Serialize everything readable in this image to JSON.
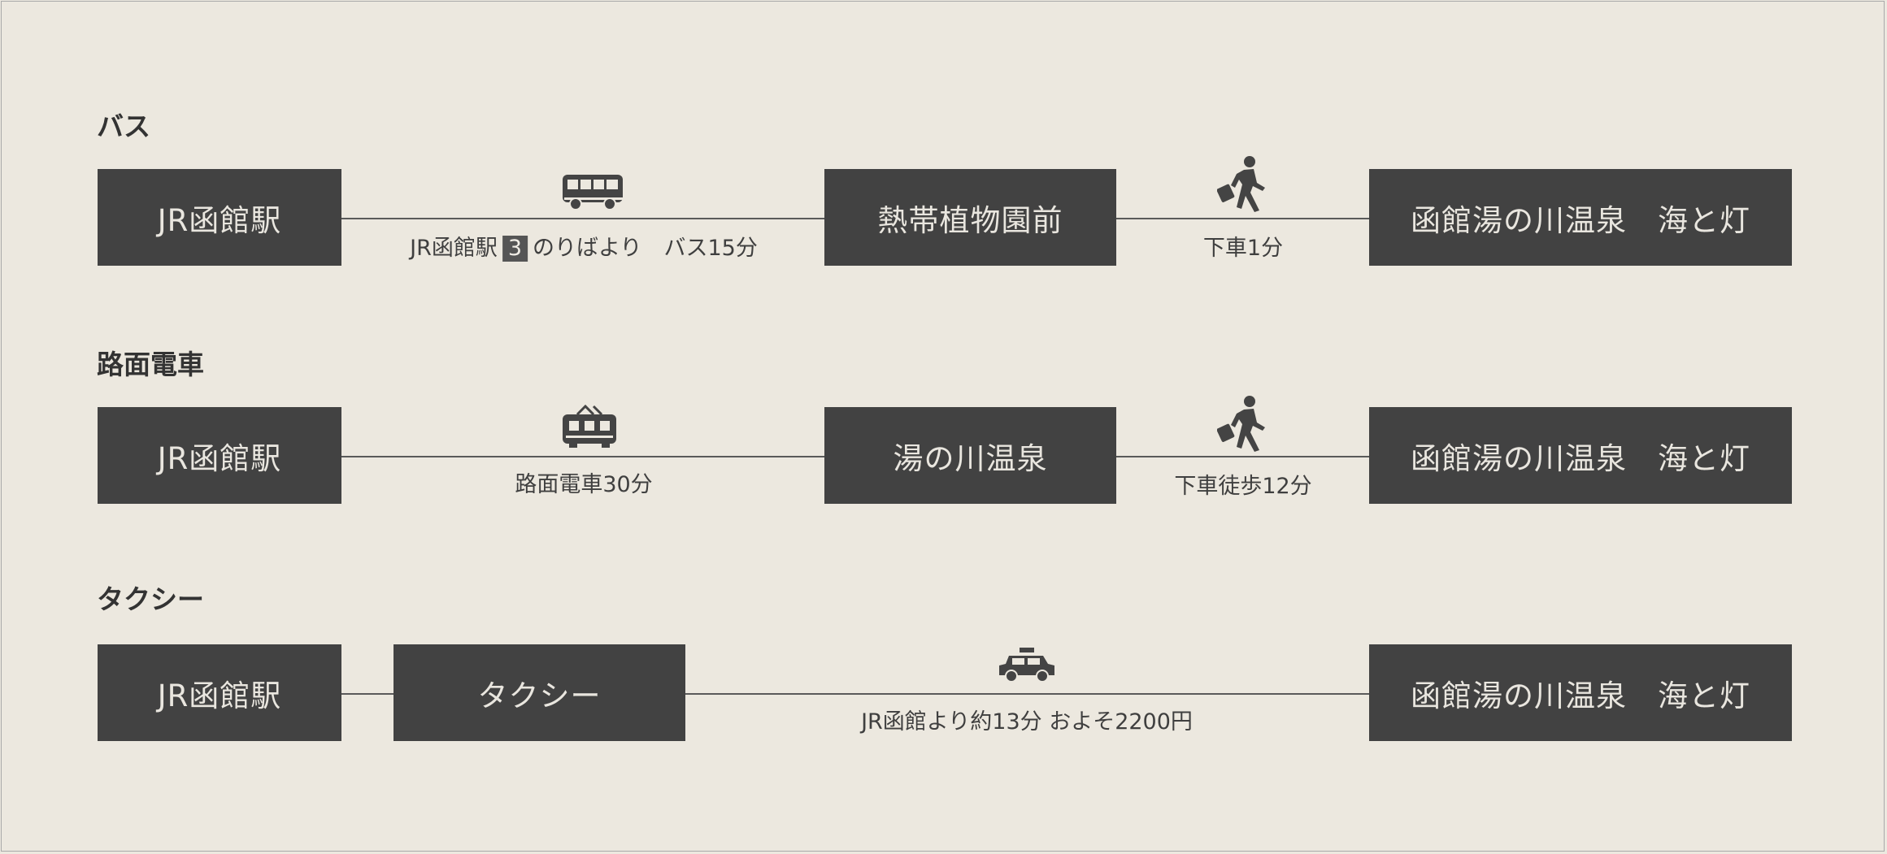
{
  "colors": {
    "background": "#ece8df",
    "box": "#424242",
    "box_text": "#e9e6df",
    "line": "#5a5a5a",
    "text": "#3f3f3f"
  },
  "routes": [
    {
      "title": "バス",
      "nodes": [
        "JR函館駅",
        "熱帯植物園前",
        "函館湯の川温泉　海と灯"
      ],
      "segments": [
        {
          "icon": "bus-icon",
          "prefix": "JR函館駅",
          "platform": "3",
          "suffix": "のりばより　バス15分"
        },
        "下車1分"
      ],
      "segment_icons": [
        "bus-icon",
        "walking-with-luggage-icon"
      ]
    },
    {
      "title": "路面電車",
      "nodes": [
        "JR函館駅",
        "湯の川温泉",
        "函館湯の川温泉　海と灯"
      ],
      "segments": [
        "路面電車30分",
        "下車徒歩12分"
      ],
      "segment_icons": [
        "tram-icon",
        "walking-with-luggage-icon"
      ]
    },
    {
      "title": "タクシー",
      "nodes": [
        "JR函館駅",
        "タクシー",
        "函館湯の川温泉　海と灯"
      ],
      "segments": [
        "JR函館より約13分 およそ2200円"
      ],
      "segment_icons": [
        "taxi-icon"
      ]
    }
  ]
}
